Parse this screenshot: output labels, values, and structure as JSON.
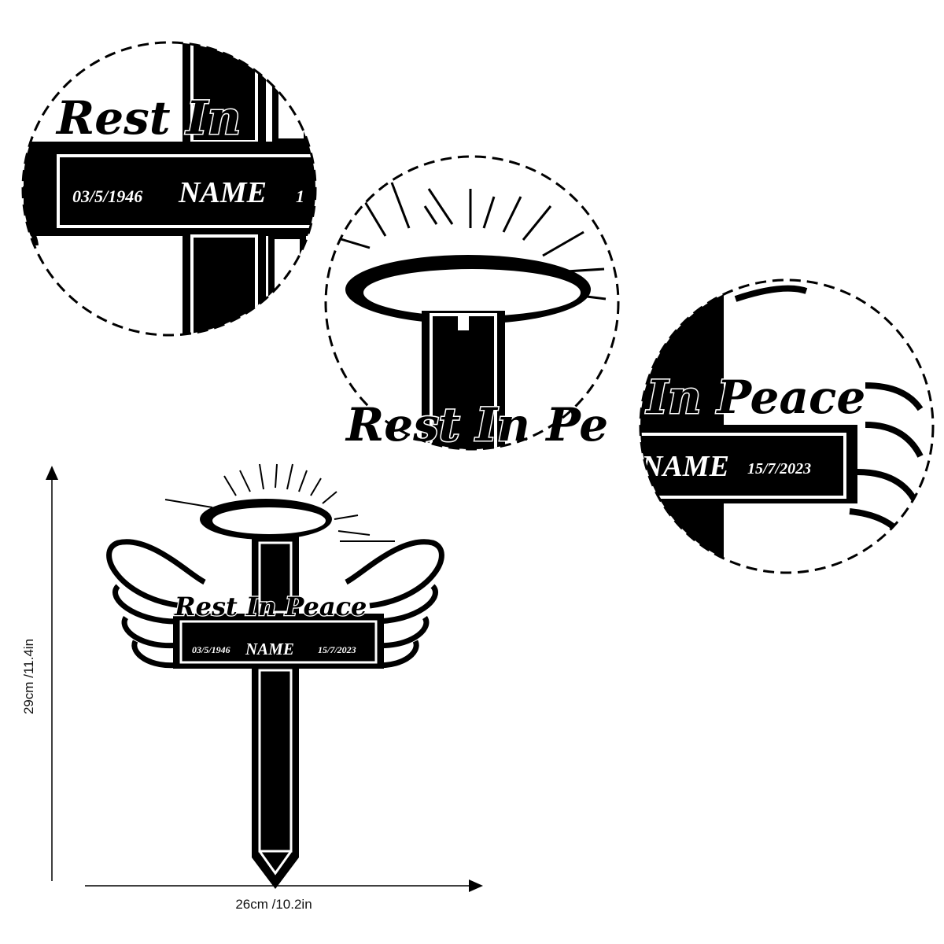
{
  "product": {
    "epitaph": "Rest In Peace",
    "name": "NAME",
    "birth_date": "03/5/1946",
    "death_date": "15/7/2023"
  },
  "detail_left": {
    "epitaph_fragment": "Rest In",
    "birth_date": "03/5/1946",
    "name": "NAME",
    "death_fragment": "1"
  },
  "detail_middle": {
    "epitaph_fragment": "Rest In Pe"
  },
  "detail_right": {
    "epitaph_fragment": "In Peace",
    "name_fragment": "NAME",
    "death_date": "15/7/2023"
  },
  "dimensions": {
    "width_label": "26cm /10.2in",
    "height_label": "29cm /11.4in"
  },
  "colors": {
    "ink": "#000000",
    "paper": "#ffffff"
  }
}
